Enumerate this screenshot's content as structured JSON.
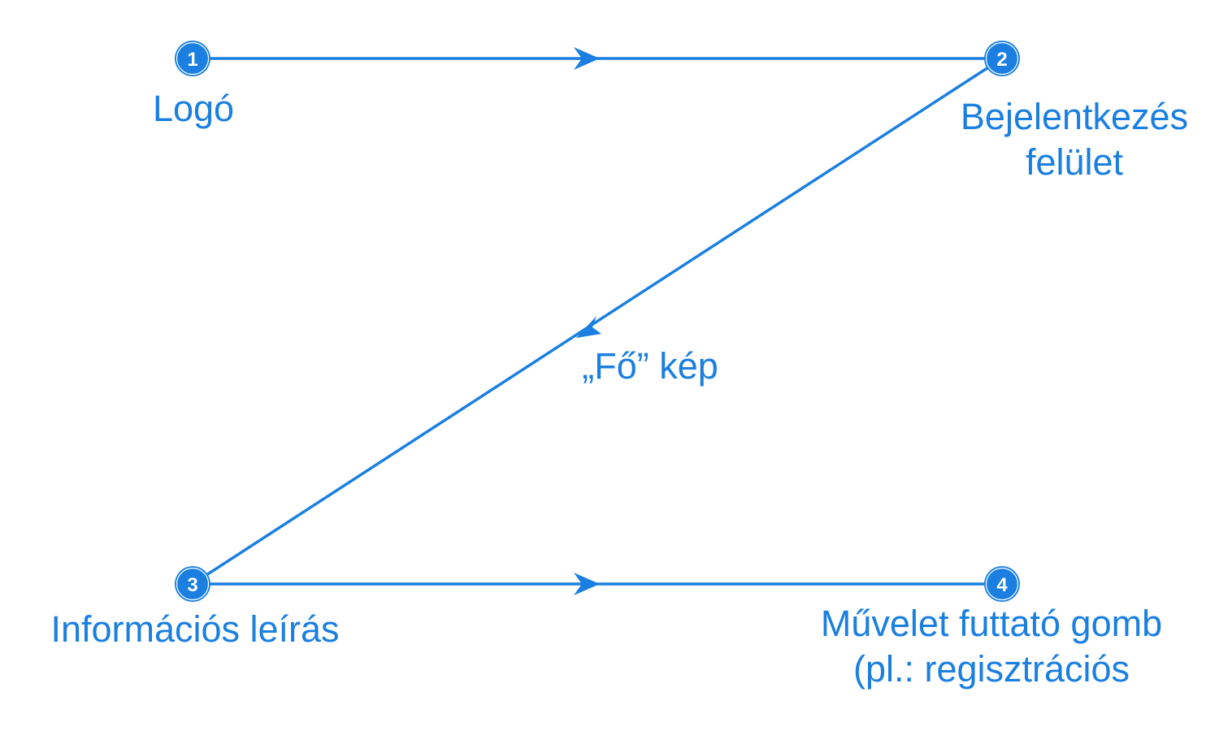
{
  "colors": {
    "accent": "#1a7fe0"
  },
  "steps": [
    {
      "number": "1",
      "label_lines": [
        "Logó"
      ]
    },
    {
      "number": "2",
      "label_lines": [
        "Bejelentkezés",
        "felület"
      ]
    },
    {
      "number": "3",
      "label_lines": [
        "Információs leírás"
      ]
    },
    {
      "number": "4",
      "label_lines": [
        "Művelet futtató gomb",
        "(pl.: regisztrációs"
      ]
    }
  ],
  "middle_label": "„Fő” kép",
  "flow": [
    {
      "from": "1",
      "to": "2"
    },
    {
      "from": "2",
      "to": "3"
    },
    {
      "from": "3",
      "to": "4"
    }
  ]
}
